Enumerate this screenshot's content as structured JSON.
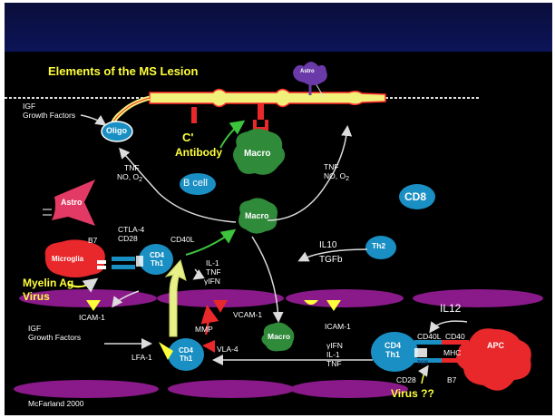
{
  "title": "Elements of the MS Lesion",
  "credit": "McFarland 2000",
  "cells": {
    "oligo": "Oligo",
    "astro_top": "Astro",
    "astro_left": "Astro",
    "macro_top": "Macro",
    "macro_mid": "Macro",
    "macro_bottom": "Macro",
    "bcell": "B cell",
    "cd8": "CD8",
    "th2": "Th2",
    "microglia": "Microglia",
    "cd4_left_line1": "CD4",
    "cd4_left_line2": "Th1",
    "cd4_bottom_line1": "CD4",
    "cd4_bottom_line2": "Th1",
    "cd4_right_line1": "CD4",
    "cd4_right_line2": "Th1",
    "apc": "APC"
  },
  "labels": {
    "igf_top_line1": "IGF",
    "igf_top_line2": "Growth Factors",
    "igf_bottom_line1": "IGF",
    "igf_bottom_line2": "Growth Factors",
    "c_prime": "C'",
    "antibody": "Antibody",
    "tnf_left_line1": "TNF",
    "tnf_left_line2": "NO, O",
    "tnf_left_sub": "2",
    "tnf_right_line1": "TNF",
    "tnf_right_line2": "NO, O",
    "tnf_right_sub": "2",
    "b7_left": "B7",
    "ctla4": "CTLA-4",
    "cd28_left": "CD28",
    "cd40l_left": "CD40L",
    "il1_mid": "IL-1",
    "tnf_mid": "TNF",
    "ifn_mid": "γIFN",
    "il10": "IL10",
    "tgfb": "TGFb",
    "myelin_ag": "Myelin Ag",
    "virus": "Virus",
    "icam1_left": "ICAM-1",
    "vcam1": "VCAM-1",
    "icam1_right": "ICAM-1",
    "mmp": "MMP",
    "lfa1": "LFA-1",
    "vla4": "VLA-4",
    "ifn_bottom": "γIFN",
    "il1_bottom": "IL-1",
    "tnf_bottom": "TNF",
    "il12": "IL12",
    "cd40l_right": "CD40L",
    "cd40": "CD40",
    "mhc": "MHC",
    "tcr": "TCR",
    "cd28_right": "CD28",
    "b7_right": "B7",
    "virus_q": "Virus ??"
  },
  "colors": {
    "background": "#000000",
    "header": "#0c1458",
    "axon_fill": "#f0f07a",
    "myelin_outline": "#ff2a2a",
    "cell_blue": "#1a8fc4",
    "macro_green": "#2f8a3a",
    "apc_red": "#e8282a",
    "astro_pink": "#e23a64",
    "endothelium_purple": "#8a1a8a",
    "label_yellow": "#ffff3a"
  }
}
